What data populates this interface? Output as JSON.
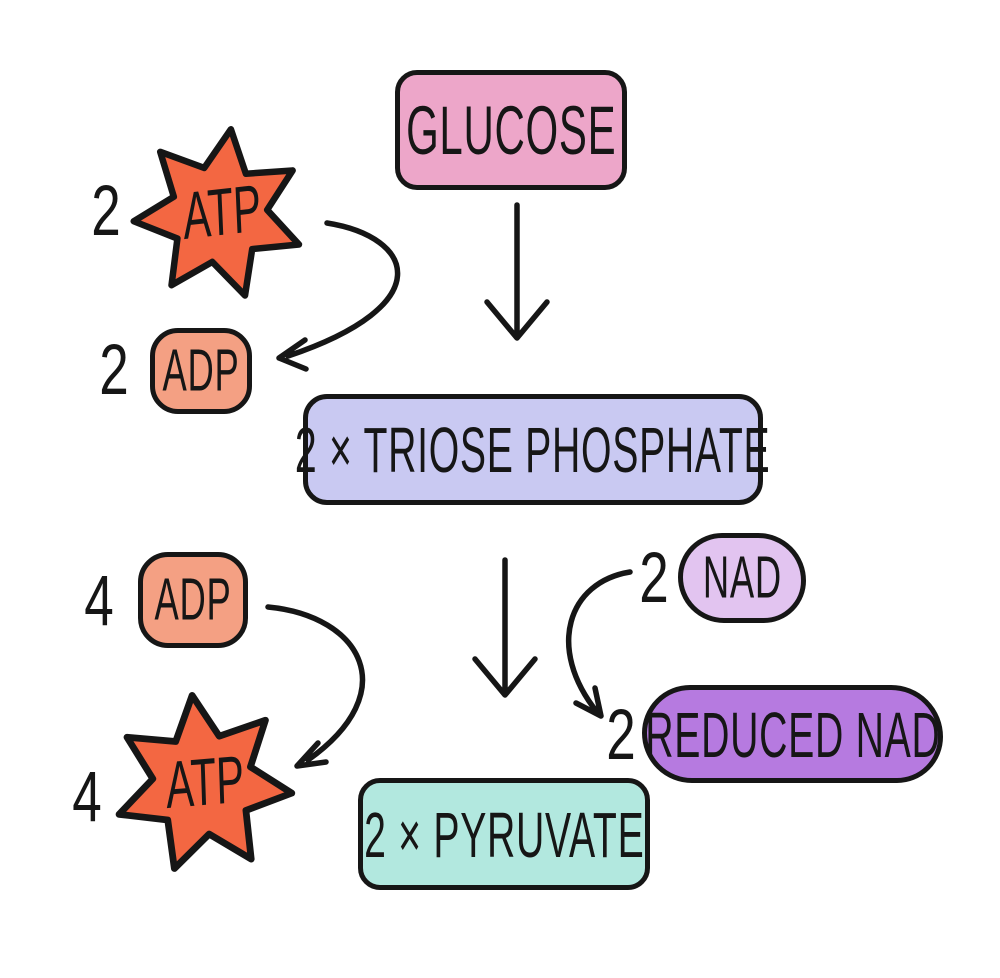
{
  "colors": {
    "glucose": "#eda6c9",
    "triose": "#c9c9f2",
    "pyruvate": "#b2e8df",
    "atp": "#f36742",
    "adp": "#f4a083",
    "nad": "#e2c4f0",
    "reduced_nad": "#b67ae0",
    "outline": "#161616"
  },
  "nodes": {
    "glucose": {
      "label": "GLUCOSE"
    },
    "triose": {
      "label": "2 × TRIOSE PHOSPHATE"
    },
    "pyruvate": {
      "label": "2 × PYRUVATE"
    },
    "atp_top": {
      "count": "2",
      "label": "ATP"
    },
    "adp_top": {
      "count": "2",
      "label": "ADP"
    },
    "adp_bottom": {
      "count": "4",
      "label": "ADP"
    },
    "atp_bottom": {
      "count": "4",
      "label": "ATP"
    },
    "nad": {
      "count": "2",
      "label": "NAD"
    },
    "reduced_nad": {
      "count": "2",
      "label": "REDUCED NAD"
    }
  },
  "edges": [
    {
      "from": "GLUCOSE",
      "to": "2 × TRIOSE PHOSPHATE",
      "style": "straight-down"
    },
    {
      "from": "2 ATP",
      "to": "2 ADP",
      "style": "curved"
    },
    {
      "from": "2 × TRIOSE PHOSPHATE",
      "to": "2 × PYRUVATE",
      "style": "straight-down"
    },
    {
      "from": "2 NAD",
      "to": "2 REDUCED NAD",
      "style": "curved"
    },
    {
      "from": "4 ADP",
      "to": "4 ATP",
      "style": "curved"
    }
  ]
}
